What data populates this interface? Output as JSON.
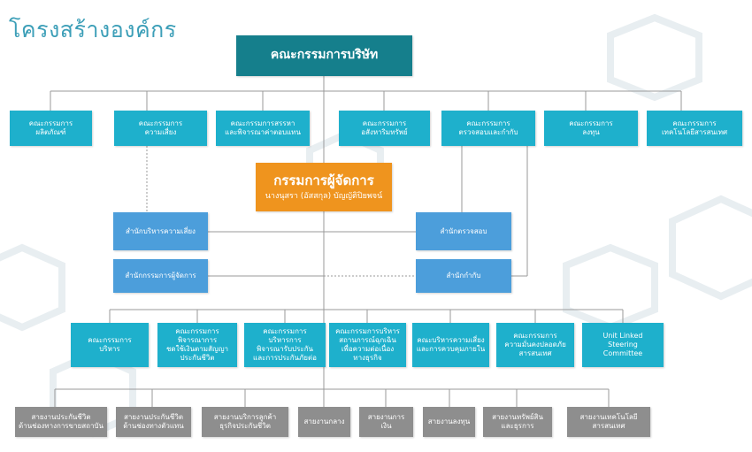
{
  "title": "โครงสร้างองค์กร",
  "board": "คณะกรรมการบริษัท",
  "committees_top": [
    "คณะกรรมการ\nผลิตภัณฑ์",
    "คณะกรรมการ\nความเสี่ยง",
    "คณะกรรมการสรรหา\nและพิจารณาค่าตอบแทน",
    "คณะกรรมการ\nอสังหาริมทรัพย์",
    "คณะกรรมการ\nตรวจสอบและกำกับ",
    "คณะกรรมการ\nลงทุน",
    "คณะกรรมการ\nเทคโนโลยีสารสนเทศ"
  ],
  "ceo": {
    "title": "กรรมการผู้จัดการ",
    "name": "นางนุสรา (อัสสกุล) บัญญัติปิยพจน์"
  },
  "offices": {
    "risk": "สำนักบริหารความเสี่ยง",
    "ceo_office": "สำนักกรรมการผู้จัดการ",
    "audit": "สำนักตรวจสอบ",
    "compliance": "สำนักกำกับ"
  },
  "committees_mid": [
    "คณะกรรมการ\nบริหาร",
    "คณะกรรมการ\nพิจารณาการ\nชดใช้เงินตามสัญญา\nประกันชีวิต",
    "คณะกรรมการ\nบริหารการ\nพิจารณารับประกัน\nและการประกันภัยต่อ",
    "คณะกรรมการบริหาร\nสถานการณ์ฉุกเฉิน\nเพื่อความต่อเนื่อง\nทางธุรกิจ",
    "คณะบริหารความเสี่ยง\nและการควบคุมภายใน",
    "คณะกรรมการ\nความมั่นคงปลอดภัย\nสารสนเทศ",
    "Unit Linked\nSteering\nCommittee"
  ],
  "divisions": [
    "สายงานประกันชีวิต\nด้านช่องทางการขายสถาบัน",
    "สายงานประกันชีวิต\nด้านช่องทางตัวแทน",
    "สายงานบริการลูกค้า\nธุรกิจประกันชีวิต",
    "สายงานกลาง",
    "สายงานการเงิน",
    "สายงานลงทุน",
    "สายงานทรัพย์สิน\nและธุรการ",
    "สายงานเทคโนโลยี\nสารสนเทศ"
  ],
  "colors": {
    "title": "#3d9fb8",
    "board": "#157f8c",
    "committee": "#1eb0cc",
    "office": "#4c9edb",
    "ceo": "#ef941e",
    "division": "#8e8e8e",
    "line": "#9a9a9a",
    "decor": "#e8eef1"
  }
}
